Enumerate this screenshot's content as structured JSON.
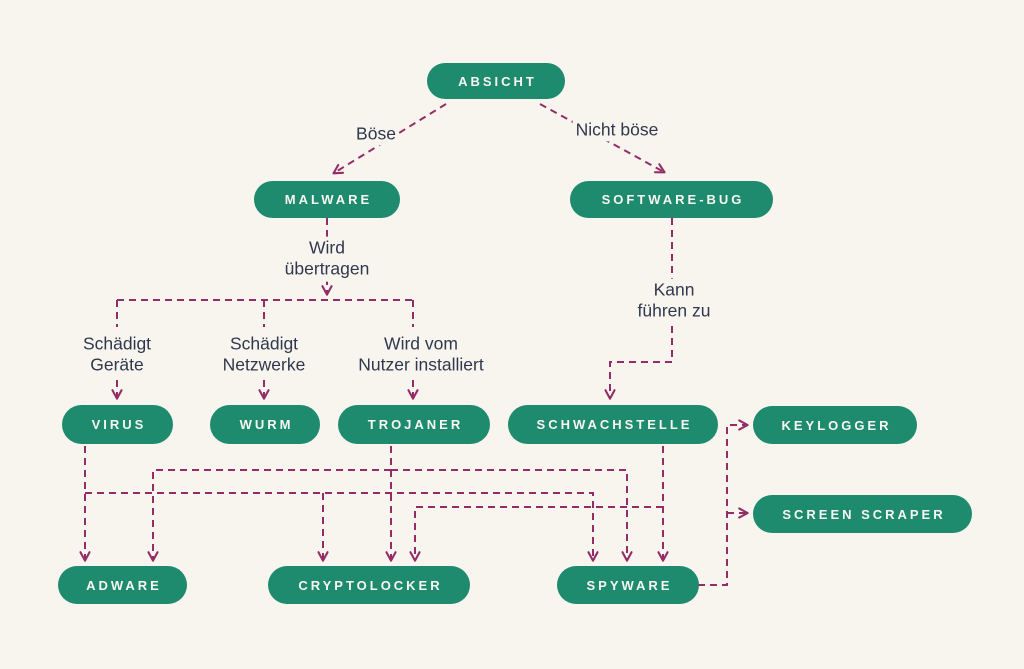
{
  "diagram": {
    "language": "de",
    "colors": {
      "background": "#f8f5ee",
      "node_fill": "#1e8a6e",
      "node_text": "#f8f6f1",
      "edge": "#942c68",
      "label_text": "#2f384d"
    },
    "nodes": {
      "absicht": {
        "label": "ABSICHT"
      },
      "malware": {
        "label": "MALWARE"
      },
      "software_bug": {
        "label": "SOFTWARE-BUG"
      },
      "virus": {
        "label": "VIRUS"
      },
      "wurm": {
        "label": "WURM"
      },
      "trojaner": {
        "label": "TROJANER"
      },
      "schwachstelle": {
        "label": "SCHWACHSTELLE"
      },
      "keylogger": {
        "label": "KEYLOGGER"
      },
      "screen_scraper": {
        "label": "SCREEN SCRAPER"
      },
      "adware": {
        "label": "ADWARE"
      },
      "cryptolocker": {
        "label": "CRYPTOLOCKER"
      },
      "spyware": {
        "label": "SPYWARE"
      }
    },
    "edge_labels": {
      "boese": "Böse",
      "nicht_boese": "Nicht böse",
      "wird_uebertragen": "Wird\nübertragen",
      "schaedigt_geraete": "Schädigt\nGeräte",
      "schaedigt_netzwerke": "Schädigt\nNetzwerke",
      "wird_vom_nutzer_installiert": "Wird vom\nNutzer installiert",
      "kann_fuehren_zu": "Kann\nführen zu"
    },
    "edges": [
      {
        "from": "ABSICHT",
        "to": "MALWARE",
        "label": "Böse"
      },
      {
        "from": "ABSICHT",
        "to": "SOFTWARE-BUG",
        "label": "Nicht böse"
      },
      {
        "from": "MALWARE",
        "to": "VIRUS",
        "label": "Wird übertragen / Schädigt Geräte"
      },
      {
        "from": "MALWARE",
        "to": "WURM",
        "label": "Wird übertragen / Schädigt Netzwerke"
      },
      {
        "from": "MALWARE",
        "to": "TROJANER",
        "label": "Wird übertragen / Wird vom Nutzer installiert"
      },
      {
        "from": "SOFTWARE-BUG",
        "to": "SCHWACHSTELLE",
        "label": "Kann führen zu"
      },
      {
        "from": "VIRUS",
        "to": "ADWARE",
        "label": ""
      },
      {
        "from": "VIRUS",
        "to": "CRYPTOLOCKER",
        "label": ""
      },
      {
        "from": "VIRUS",
        "to": "SPYWARE",
        "label": ""
      },
      {
        "from": "TROJANER",
        "to": "ADWARE",
        "label": ""
      },
      {
        "from": "TROJANER",
        "to": "CRYPTOLOCKER",
        "label": ""
      },
      {
        "from": "TROJANER",
        "to": "SPYWARE",
        "label": ""
      },
      {
        "from": "SCHWACHSTELLE",
        "to": "CRYPTOLOCKER",
        "label": ""
      },
      {
        "from": "SCHWACHSTELLE",
        "to": "SPYWARE",
        "label": ""
      },
      {
        "from": "SPYWARE",
        "to": "KEYLOGGER",
        "label": ""
      },
      {
        "from": "SPYWARE",
        "to": "SCREEN SCRAPER",
        "label": ""
      }
    ]
  }
}
